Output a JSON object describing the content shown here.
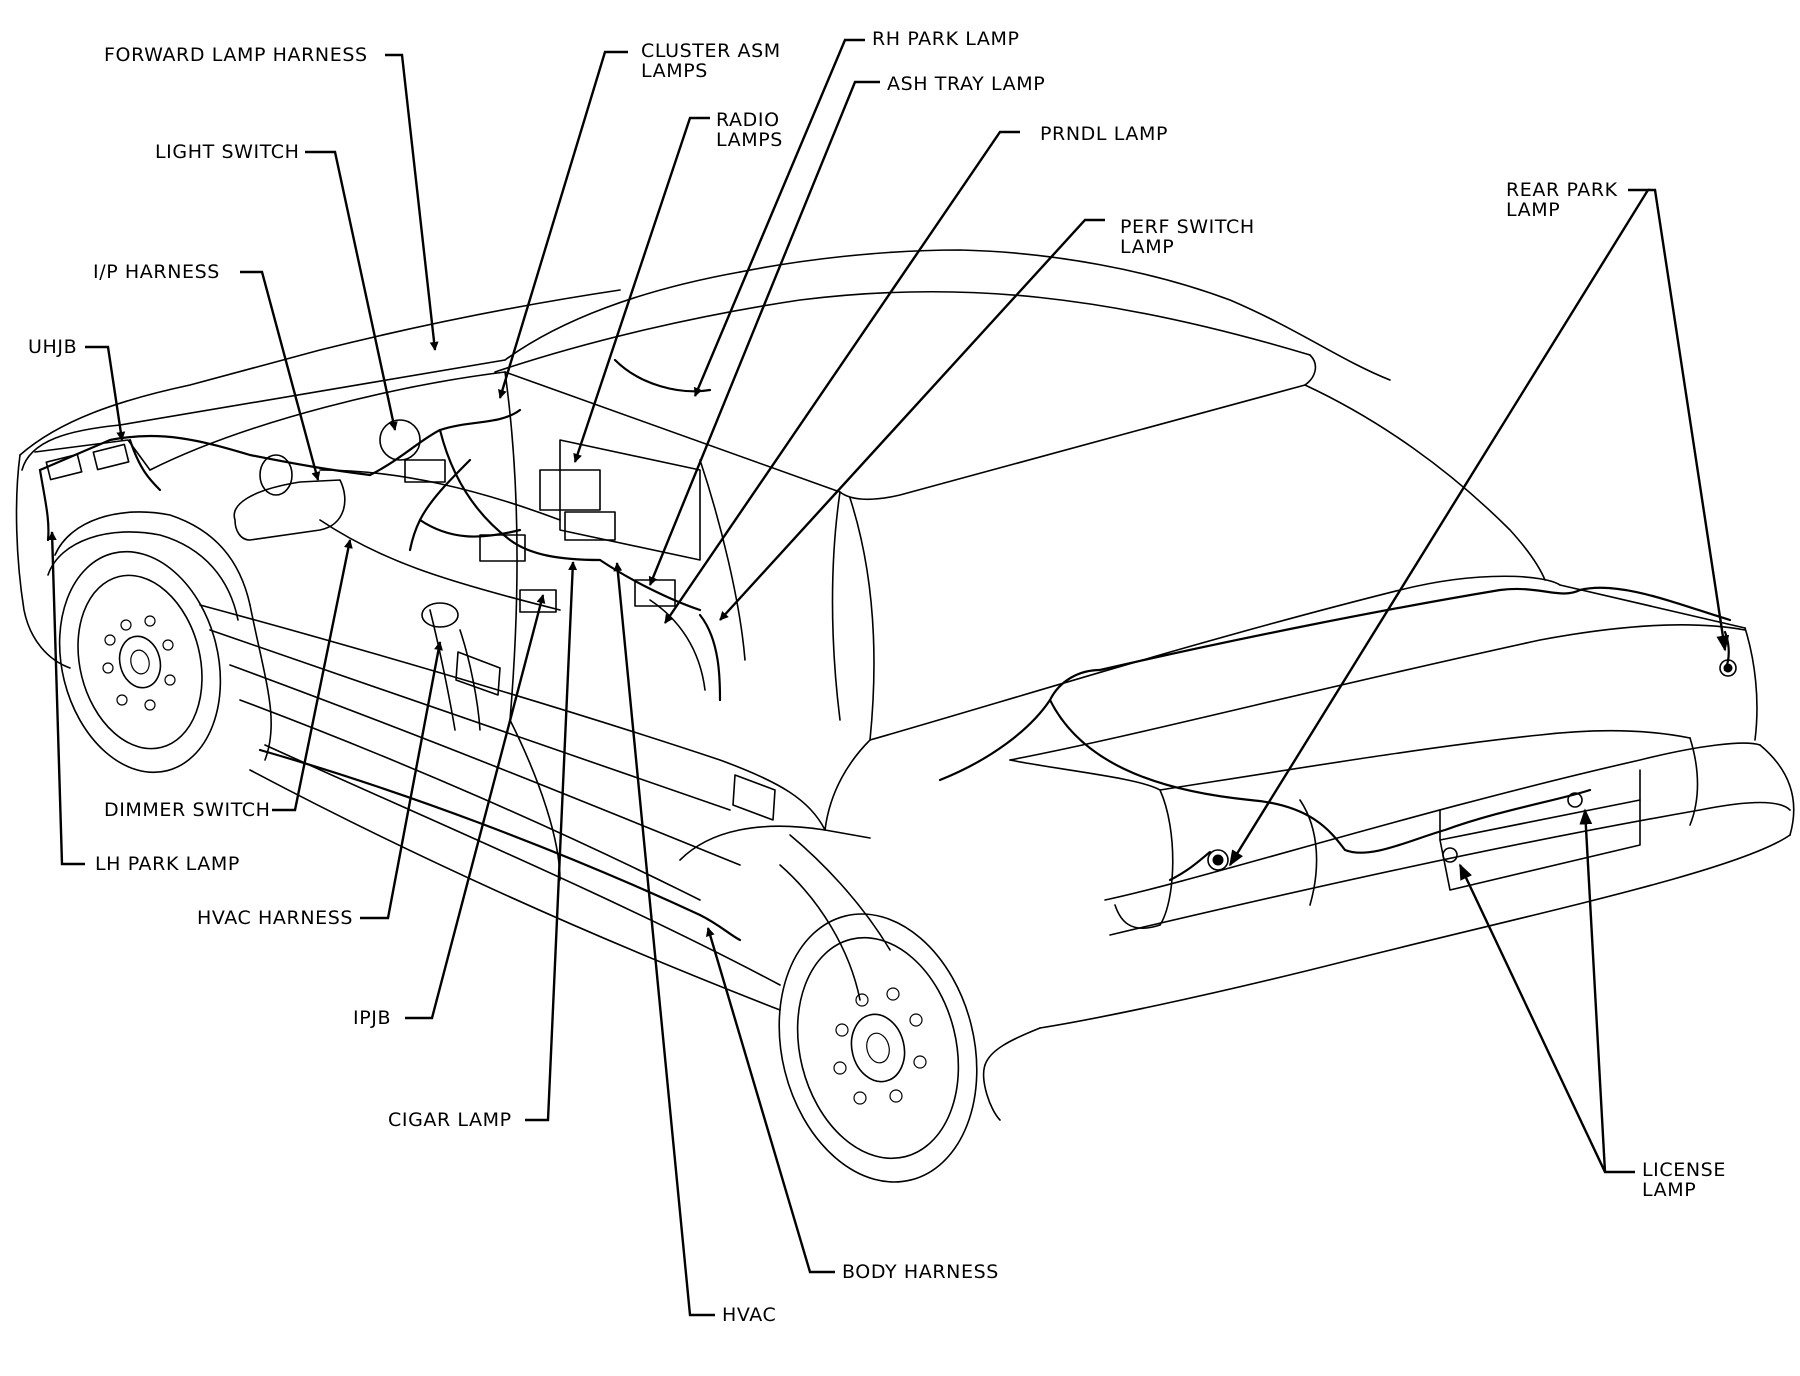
{
  "labels": {
    "forward_lamp_harness": "FORWARD LAMP HARNESS",
    "cluster_asm_lamps_1": "CLUSTER ASM",
    "cluster_asm_lamps_2": "LAMPS",
    "rh_park_lamp": "RH PARK LAMP",
    "ash_tray_lamp": "ASH TRAY LAMP",
    "radio_lamps_1": "RADIO",
    "radio_lamps_2": "LAMPS",
    "light_switch": "LIGHT SWITCH",
    "prndl_lamp": "PRNDL LAMP",
    "perf_switch_lamp_1": "PERF SWITCH",
    "perf_switch_lamp_2": "LAMP",
    "rear_park_lamp_1": "REAR PARK",
    "rear_park_lamp_2": "LAMP",
    "ip_harness": "I/P HARNESS",
    "uhjb": "UHJB",
    "dimmer_switch": "DIMMER SWITCH",
    "lh_park_lamp": "LH PARK LAMP",
    "hvac_harness": "HVAC HARNESS",
    "ipjb": "IPJB",
    "cigar_lamp": "CIGAR LAMP",
    "body_harness": "BODY HARNESS",
    "hvac": "HVAC",
    "license_lamp_1": "LICENSE",
    "license_lamp_2": "LAMP"
  },
  "colors": {
    "line": "#000000",
    "background": "#ffffff"
  }
}
